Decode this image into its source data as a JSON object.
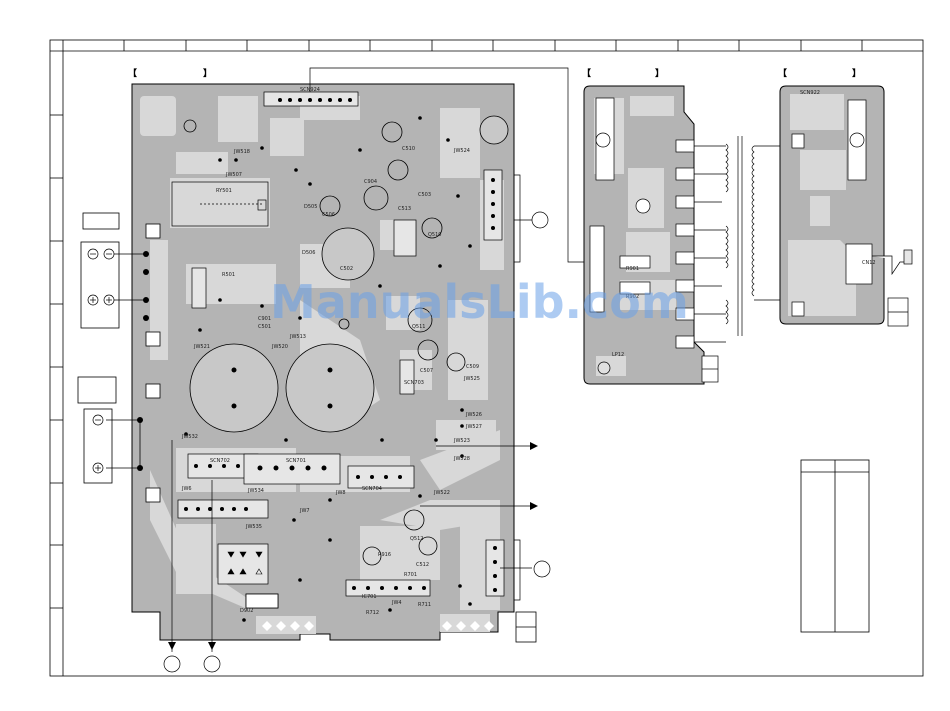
{
  "watermark": "ManualsLib.com",
  "bracket_open": "【",
  "bracket_close": "】",
  "colors": {
    "board": "#b4b4b4",
    "trace": "#d8d8d8",
    "outline": "#000000",
    "watermark": "#6aa0e8"
  },
  "main_board": {
    "labels": {
      "cn_top": "SCN924",
      "jw518": "JW518",
      "jw507": "JW507",
      "jw521": "JW521",
      "jw522": "JW522",
      "jw513": "JW513",
      "jw520": "JW520",
      "jw532": "JW532",
      "jw534": "JW534",
      "jw535": "JW535",
      "jw523": "JW523",
      "jw524": "JW524",
      "jw525": "JW525",
      "jw526": "JW526",
      "jw527": "JW527",
      "jw528": "JW528",
      "jw6": "JW6",
      "jw7": "JW7",
      "jw8": "JW8",
      "jw4": "JW4",
      "ry501": "RY501",
      "r501": "R501",
      "c501": "C501",
      "c502": "C502",
      "c503": "C503",
      "c904": "C904",
      "c506": "C506",
      "c507": "C507",
      "c509": "C509",
      "c510": "C510",
      "c512": "C512",
      "c513": "C513",
      "c901": "C901",
      "d902": "D902",
      "d505": "D505",
      "d506": "D506",
      "q510": "Q510",
      "q511": "Q511",
      "q512": "Q512",
      "ic701": "IC701",
      "r701": "R701",
      "r711": "R711",
      "r712": "R712",
      "r916": "R916",
      "cn701": "SCN701",
      "cn702": "SCN702",
      "cn703": "SCN703",
      "cn704": "SCN704"
    }
  },
  "mid_board": {
    "labels": {
      "r901": "R901",
      "r902": "R902",
      "lp12": "LP12"
    }
  },
  "right_board": {
    "labels": {
      "cn": "SCN922",
      "plug": "CN12"
    }
  }
}
